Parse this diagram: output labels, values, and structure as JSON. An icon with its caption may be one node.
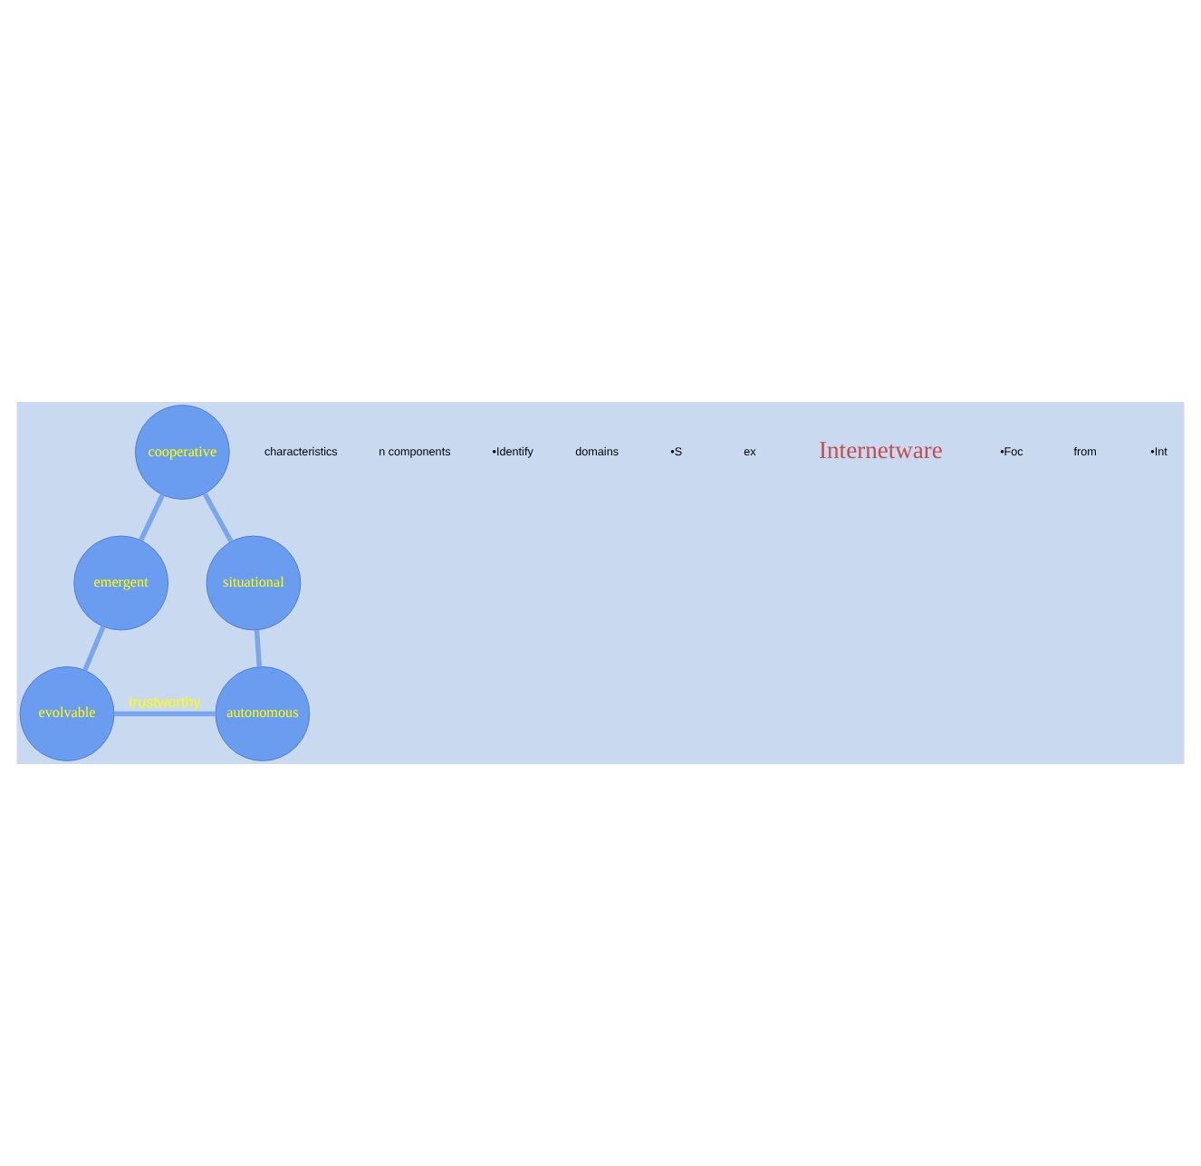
{
  "diagram": {
    "nodes": [
      {
        "text": [
          "cooperative"
        ]
      },
      {
        "text": [
          "emergent"
        ]
      },
      {
        "text": [
          "evolvable"
        ]
      },
      {
        "text": [
          "autonomous"
        ]
      },
      {
        "text": [
          "situational"
        ]
      }
    ],
    "edges": [
      {
        "from": 0,
        "to": 1,
        "arrow": "none"
      },
      {
        "from": 1,
        "to": 2,
        "arrow": "none"
      },
      {
        "from": 2,
        "to": 3,
        "arrow": "none",
        "label": "trustworthy"
      },
      {
        "from": 3,
        "to": 4,
        "arrow": "none"
      },
      {
        "from": 4,
        "to": 0,
        "arrow": "none"
      }
    ],
    "labels": [
      "characteristics",
      "n components",
      "•Identify",
      "domains",
      "•S",
      "ex",
      "Internetware",
      "•Foc",
      "from",
      "•Int"
    ]
  }
}
